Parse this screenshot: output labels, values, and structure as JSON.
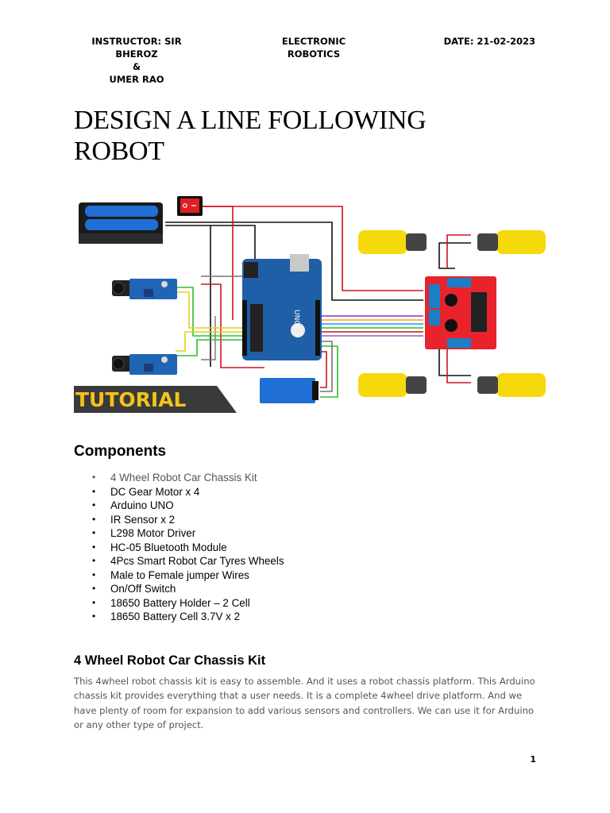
{
  "header": {
    "instructor_line1": "INSTRUCTOR: SIR BHEROZ",
    "instructor_line2": "&",
    "instructor_line3": "UMER RAO",
    "course_line1": "ELECTRONIC",
    "course_line2": "ROBOTICS",
    "date": "DATE: 21-02-2023"
  },
  "title_line1": "DESIGN A LINE FOLLOWING",
  "title_line2": "ROBOT",
  "diagram": {
    "banner_text": "TUTORIAL",
    "board_label": "UNO"
  },
  "components": {
    "heading": "Components",
    "items": [
      "4 Wheel Robot Car Chassis Kit",
      "DC Gear Motor x 4",
      "Arduino UNO",
      "IR Sensor x 2",
      "L298 Motor Driver",
      "HC-05 Bluetooth Module",
      "4Pcs Smart Robot Car Tyres Wheels",
      "Male to Female jumper Wires",
      "On/Off Switch",
      "18650 Battery Holder – 2 Cell",
      "18650 Battery Cell 3.7V x 2"
    ]
  },
  "chassis": {
    "heading": "4 Wheel Robot Car Chassis Kit",
    "paragraph": "This 4wheel robot chassis kit is easy to assemble. And it uses a robot chassis platform. This Arduino chassis kit provides everything that a user needs. It is a complete 4wheel drive platform. And we have plenty of room for expansion to add various sensors and controllers. We can use it for Arduino or any other type of project."
  },
  "page_number": "1",
  "colors": {
    "arduino_blue": "#1f5fa8",
    "driver_red": "#e8232b",
    "motor_yellow": "#f5d90a",
    "banner_yellow": "#f2c31b",
    "battery_blue": "#1f6fd6"
  }
}
